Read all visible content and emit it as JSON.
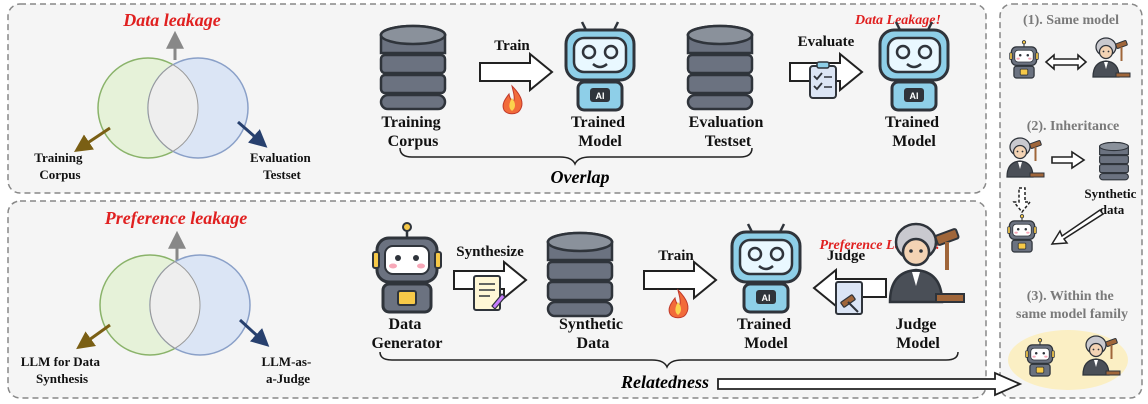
{
  "top_panel": {
    "title": "Data leakage",
    "venn_left": [
      "Training",
      "Corpus"
    ],
    "venn_right": [
      "Evaluation",
      "Testset"
    ],
    "nodes": {
      "training_corpus": [
        "Training",
        "Corpus"
      ],
      "trained_model_1": [
        "Trained",
        "Model"
      ],
      "evaluation_testset": [
        "Evaluation",
        "Testset"
      ],
      "trained_model_2": [
        "Trained",
        "Model"
      ]
    },
    "arrows": {
      "train": "Train",
      "evaluate": "Evaluate"
    },
    "alert": "Data Leakage!",
    "brace_label": "Overlap"
  },
  "bottom_panel": {
    "title": "Preference leakage",
    "venn_left": [
      "LLM for Data",
      "Synthesis"
    ],
    "venn_right": [
      "LLM-as-",
      "a-Judge"
    ],
    "nodes": {
      "data_generator": [
        "Data",
        "Generator"
      ],
      "synthetic_data": [
        "Synthetic",
        "Data"
      ],
      "trained_model": [
        "Trained",
        "Model"
      ],
      "judge_model": [
        "Judge",
        "Model"
      ]
    },
    "arrows": {
      "synthesize": "Synthesize",
      "train": "Train",
      "judge": "Judge"
    },
    "alert": "Preference Leakage!",
    "brace_label": "Relatedness"
  },
  "side_panel": {
    "case1": "(1). Same model",
    "case2": "(2). Inheritance",
    "synthetic": [
      "Synthetic",
      "data"
    ],
    "case3": [
      "(3). Within the",
      "same model family"
    ]
  },
  "colors": {
    "alert_red": "#e02020",
    "venn_left_fill": "#e6f2d9",
    "venn_right_fill": "#dbe5f5",
    "robot_blue": "#8ecfe8",
    "database_gray": "#5e6570",
    "family_highlight": "#fbefc4"
  }
}
